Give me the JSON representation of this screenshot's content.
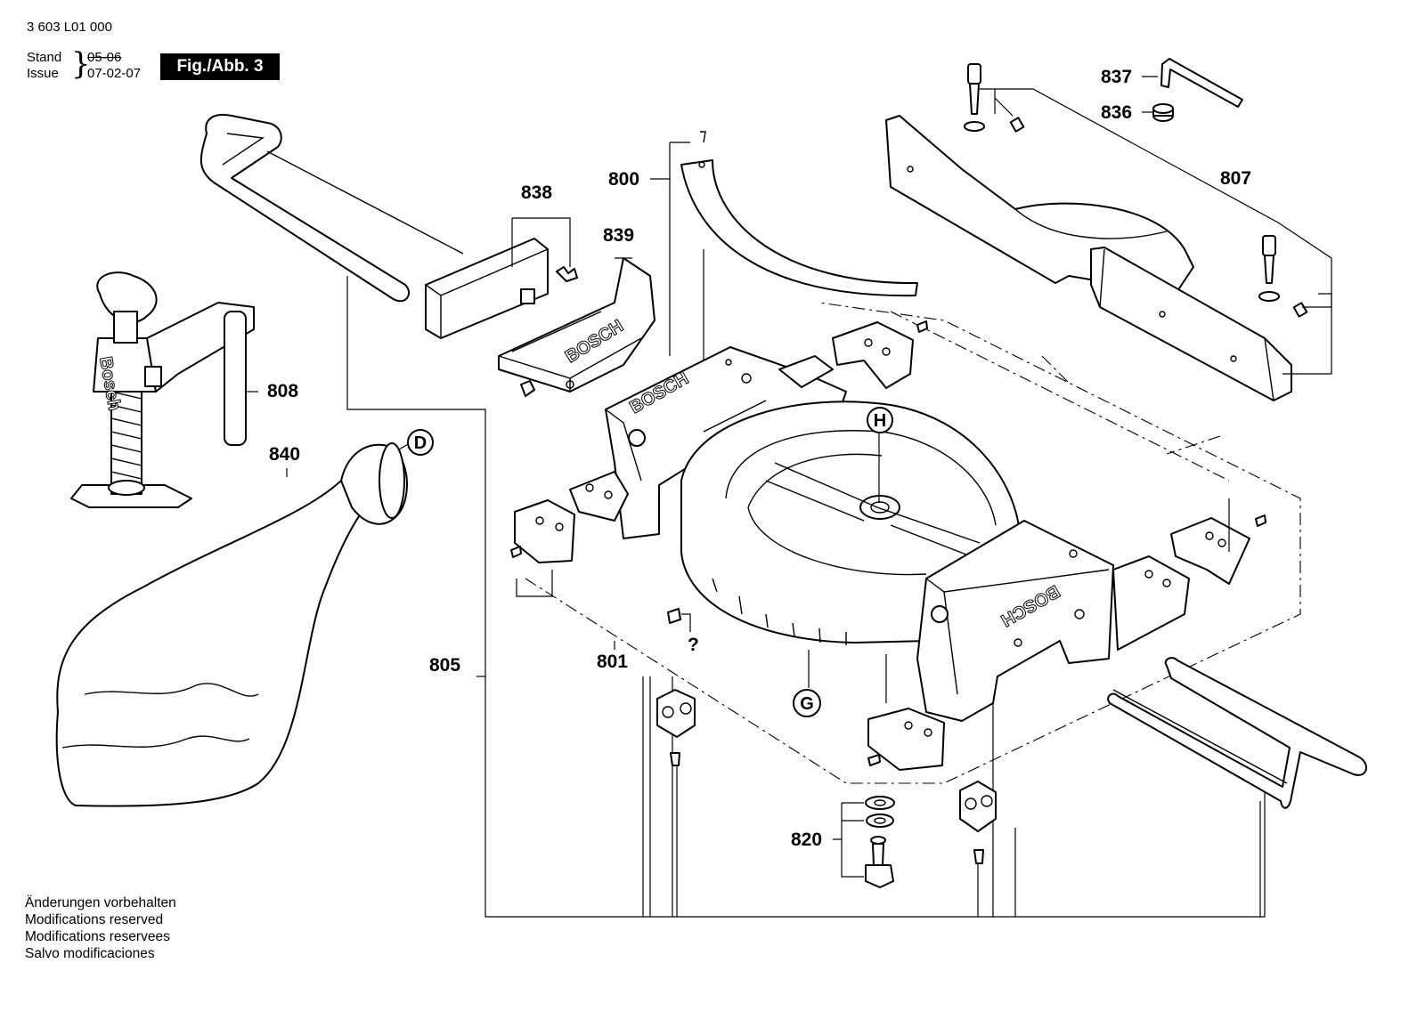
{
  "header": {
    "document_number": "3 603 L01 000",
    "stand_label": "Stand",
    "issue_label": "Issue",
    "stand_value": "05-06",
    "issue_value": "07-02-07",
    "figure_label": "Fig./Abb. 3"
  },
  "footer": {
    "lines": [
      "Änderungen vorbehalten",
      "Modifications reserved",
      "Modifications reservees",
      "Salvo modificaciones"
    ]
  },
  "callouts": {
    "p837": "837",
    "p836": "836",
    "p807": "807",
    "p838": "838",
    "p839": "839",
    "p800": "800",
    "p808": "808",
    "p840": "840",
    "p805": "805",
    "p801": "801",
    "p820": "820",
    "unknown": "?",
    "circle_D": "D",
    "circle_H": "H",
    "circle_G": "G"
  },
  "brand_marks": [
    "BOSCH",
    "BOSCH",
    "BOSCH",
    "Bosch"
  ]
}
